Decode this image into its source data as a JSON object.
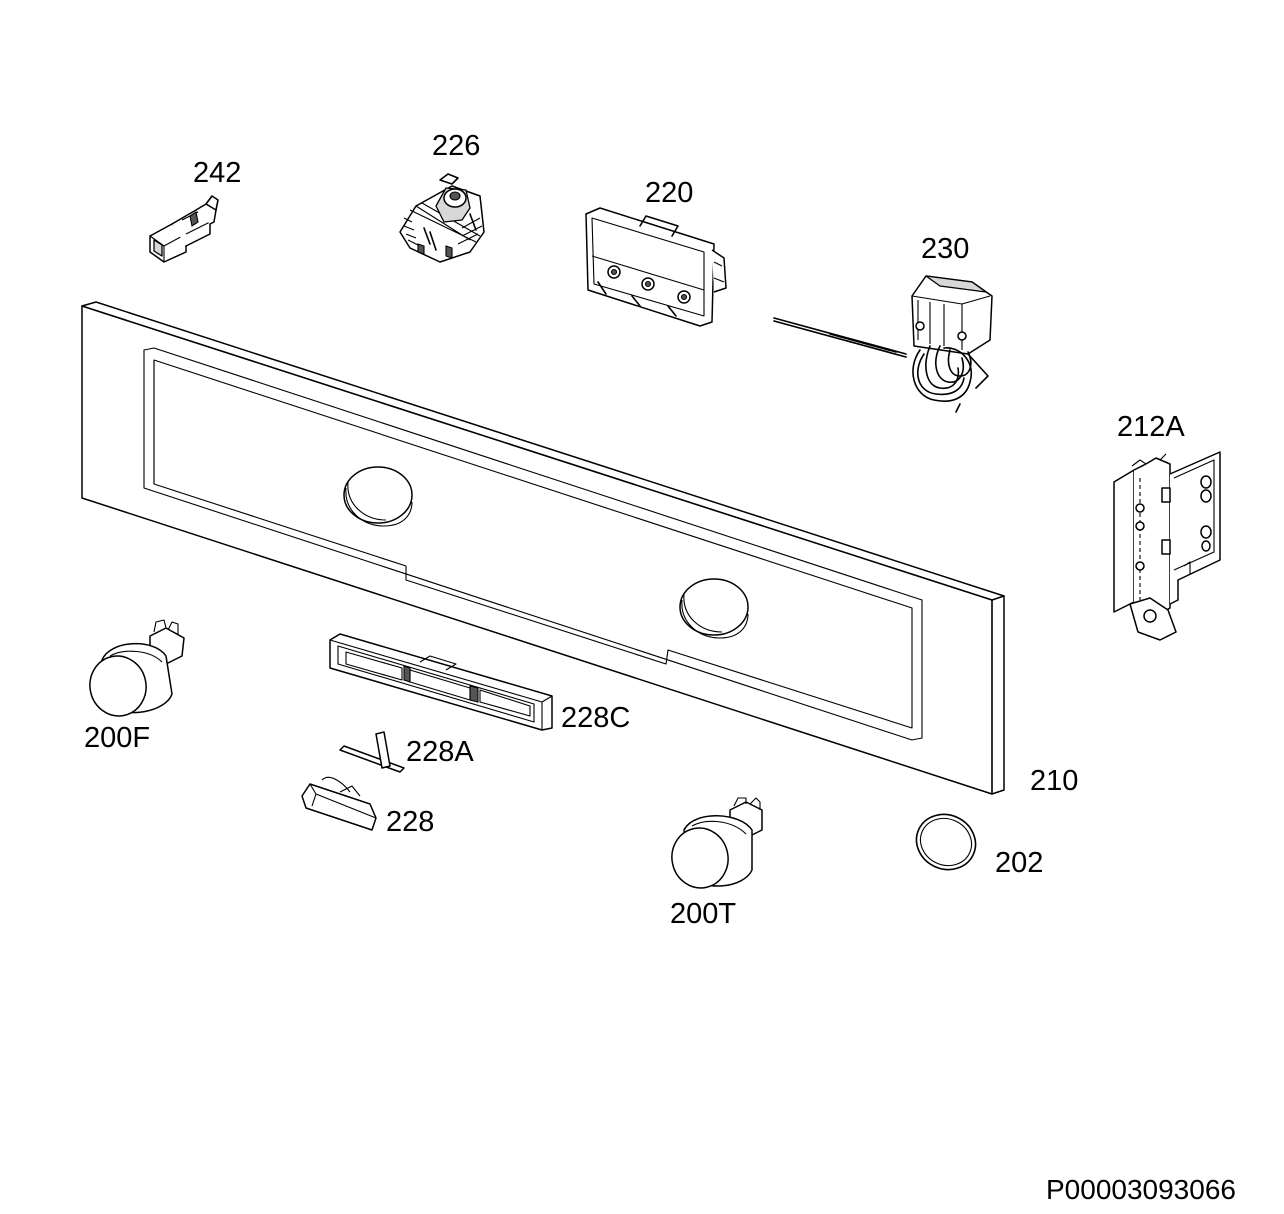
{
  "labels": {
    "p242": "242",
    "p226": "226",
    "p220": "220",
    "p230": "230",
    "p212A": "212A",
    "p200F": "200F",
    "p228C": "228C",
    "p228A": "228A",
    "p228": "228",
    "p210": "210",
    "p200T": "200T",
    "p202": "202"
  },
  "document_id": "P00003093066"
}
